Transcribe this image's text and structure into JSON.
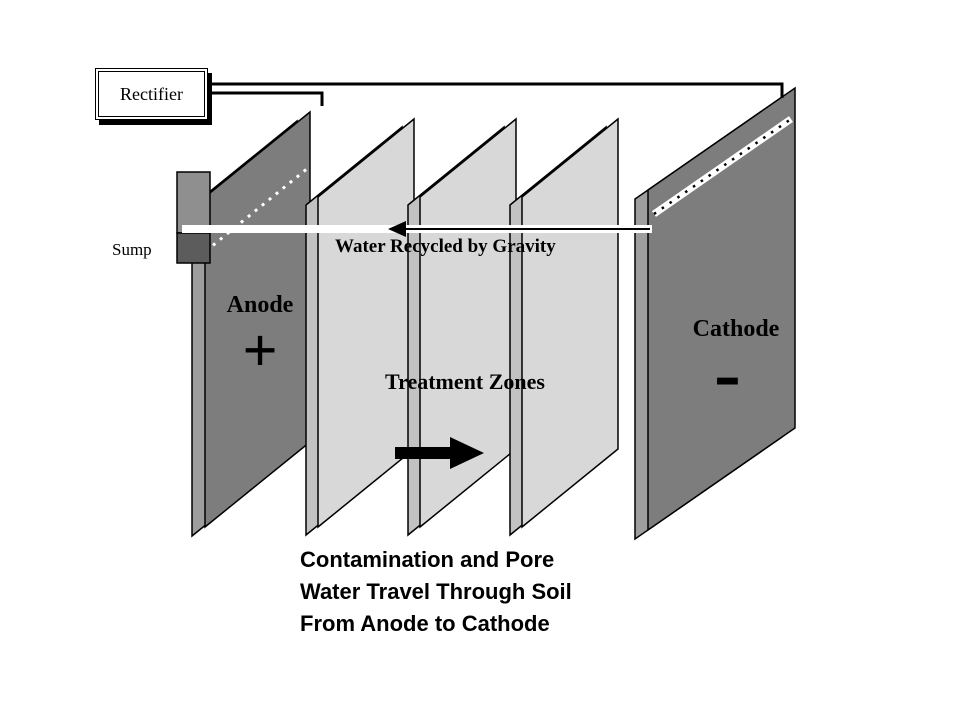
{
  "rectifier": {
    "label": "Rectifier"
  },
  "sump": {
    "label": "Sump"
  },
  "electrodes": {
    "anode_label": "Anode",
    "anode_symbol": "+",
    "cathode_label": "Cathode",
    "cathode_symbol": "-"
  },
  "treatment": {
    "label": "Treatment Zones"
  },
  "recycle": {
    "label": "Water Recycled by Gravity"
  },
  "caption": {
    "line1": "Contamination and Pore",
    "line2": "Water Travel Through Soil",
    "line3": "From Anode to Cathode"
  },
  "colors": {
    "electrode_fill": "#7d7d7d",
    "electrode_side": "#9e9e9e",
    "zone_fill": "#d8d8d8",
    "zone_side": "#c2c2c2",
    "sump_upper": "#8f8f8f",
    "sump_lower": "#5c5c5c",
    "outline": "#000000"
  }
}
